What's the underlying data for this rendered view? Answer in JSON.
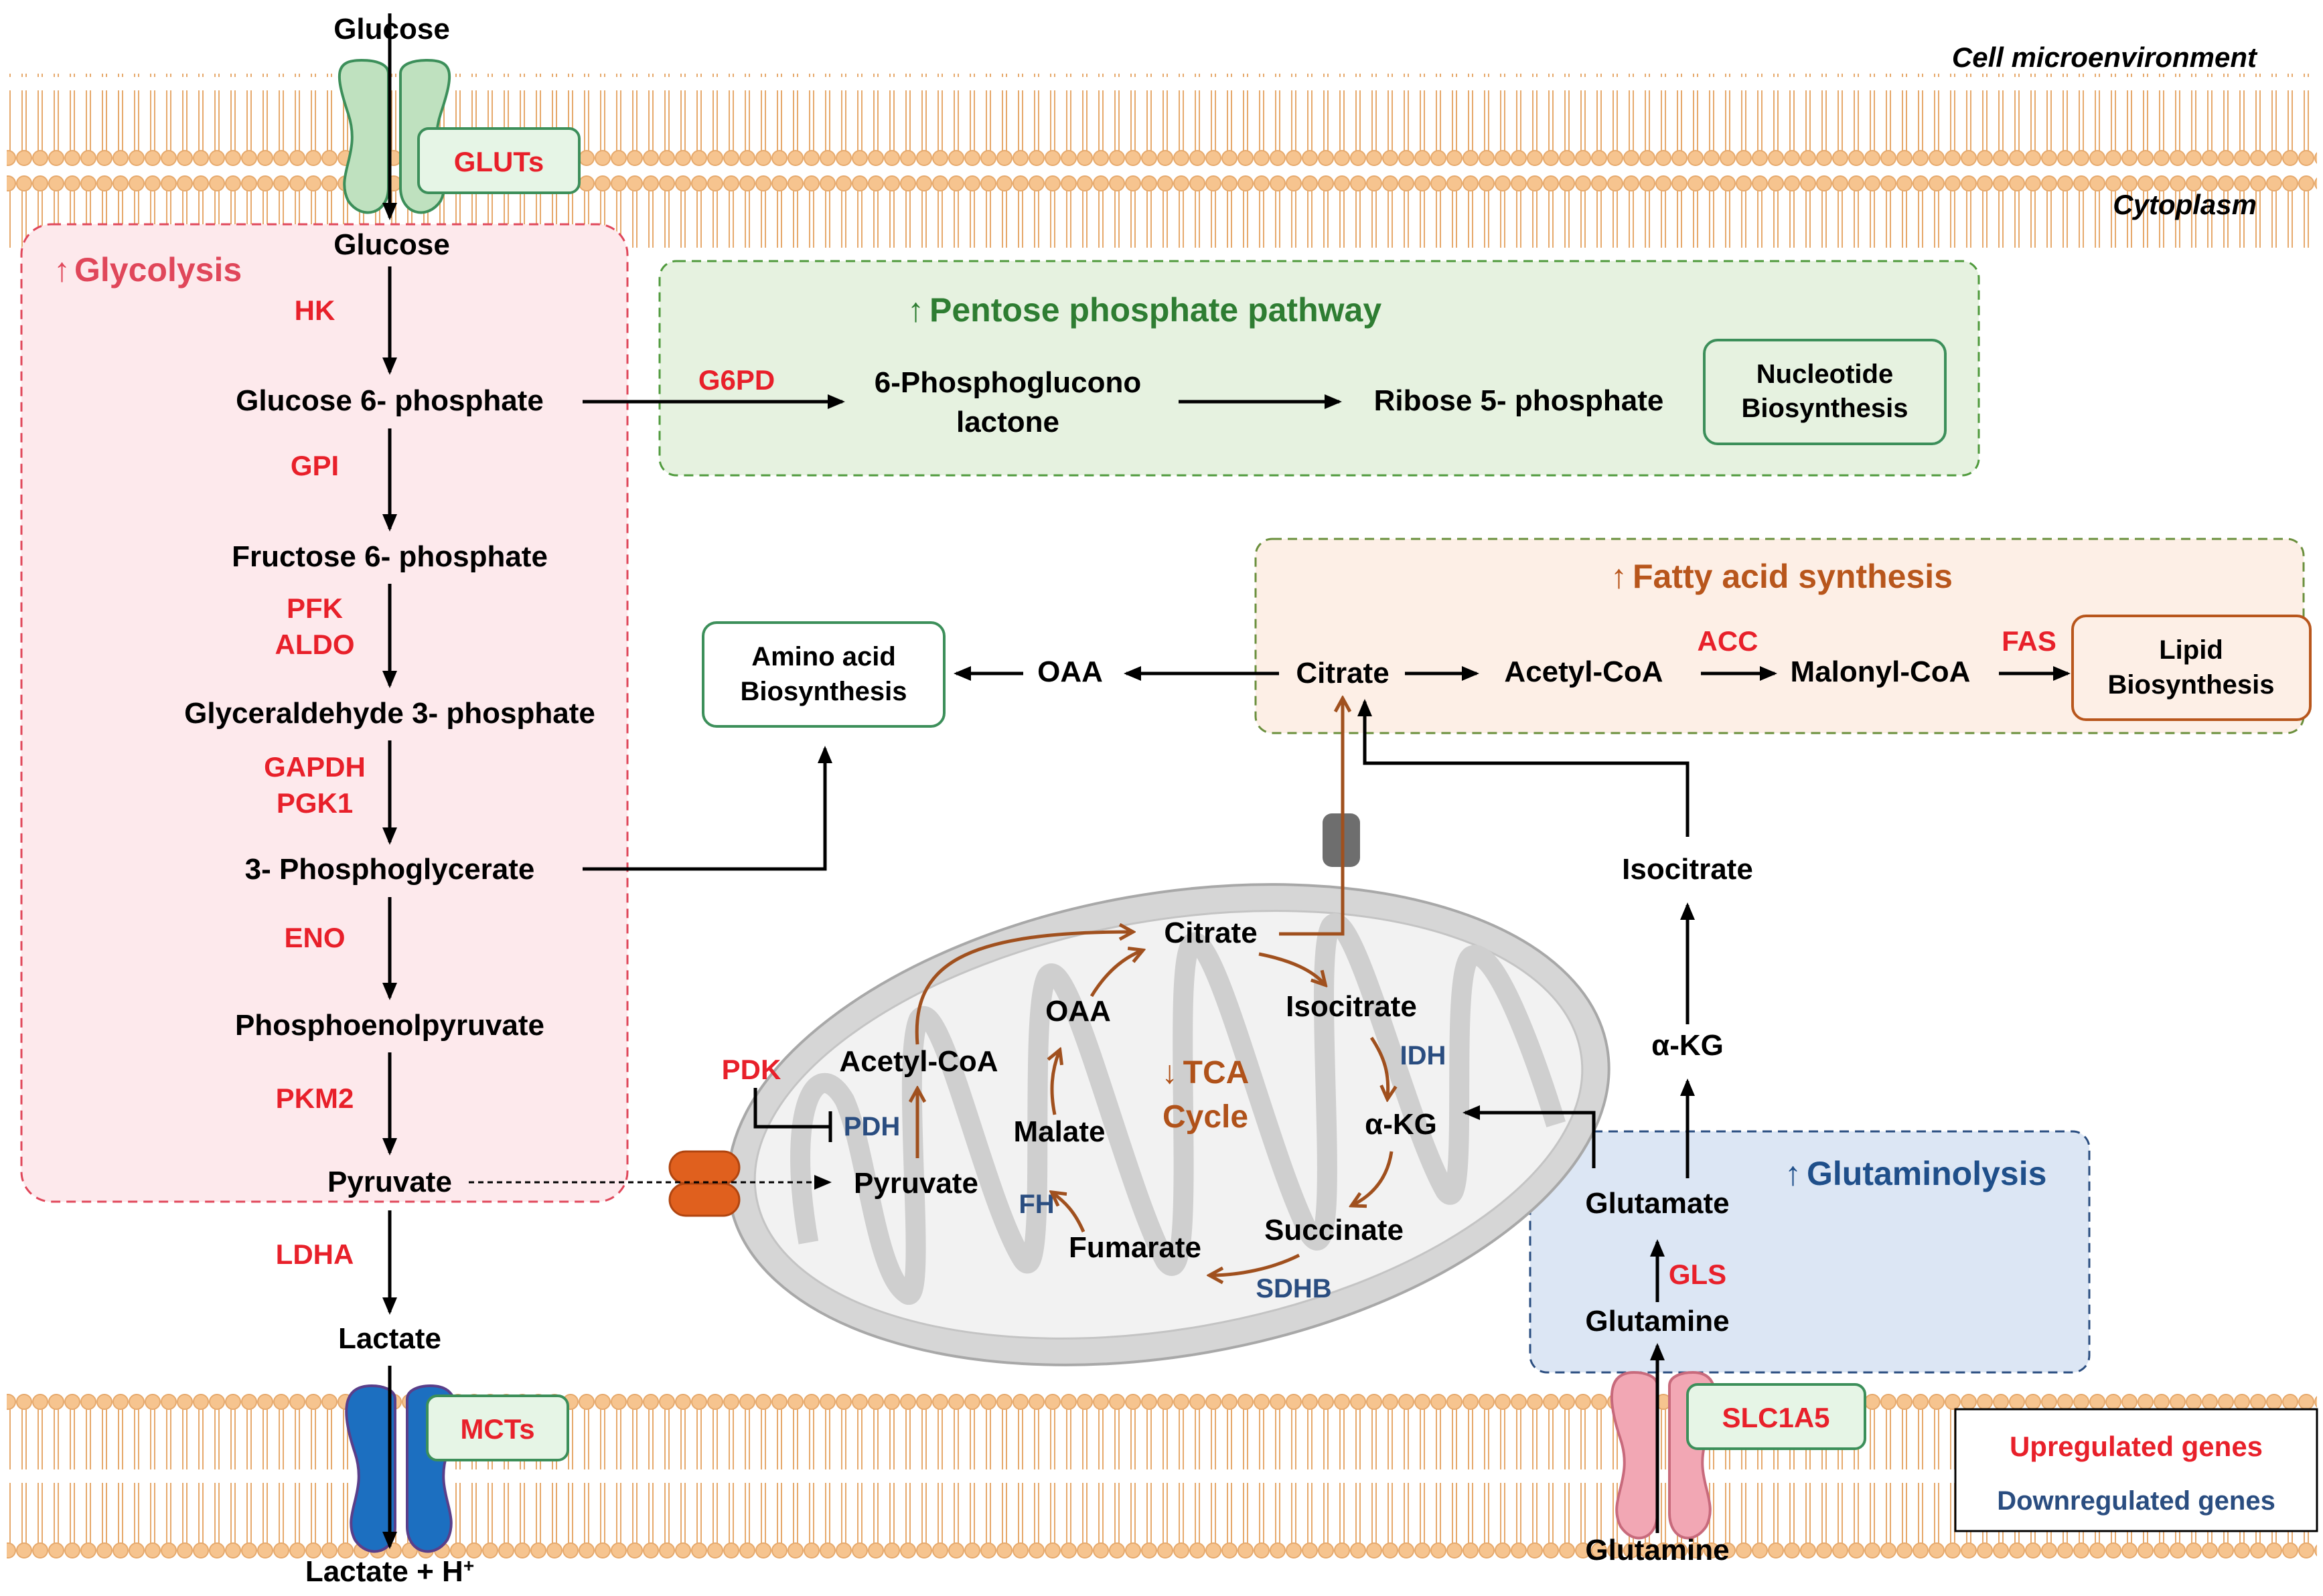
{
  "environment": {
    "outside": "Cell microenvironment",
    "inside": "Cytoplasm"
  },
  "transporters": {
    "gluts": "GLUTs",
    "mcts": "MCTs",
    "slc1a5": "SLC1A5"
  },
  "membrane_metabolites": {
    "glucose_out": "Glucose",
    "glucose_in": "Glucose",
    "lactate": "Lactate",
    "lactate_h": "Lactate + H",
    "lactate_h_sup": "+",
    "glutamine_out": "Glutamine"
  },
  "glycolysis": {
    "title": "Glycolysis",
    "title_arrow": "↑",
    "metabolites": {
      "g6p": "Glucose 6- phosphate",
      "f6p": "Fructose 6- phosphate",
      "g3p": "Glyceraldehyde 3- phosphate",
      "pg3": "3- Phosphoglycerate",
      "pep": "Phosphoenolpyruvate",
      "pyruvate": "Pyruvate"
    },
    "enzymes": {
      "hk": "HK",
      "gpi": "GPI",
      "pfk": "PFK",
      "aldo": "ALDO",
      "gapdh": "GAPDH",
      "pgk1": "PGK1",
      "eno": "ENO",
      "pkm2": "PKM2",
      "ldha": "LDHA"
    }
  },
  "ppp": {
    "title": "Pentose phosphate pathway",
    "title_arrow": "↑",
    "enzyme": "G6PD",
    "pgl_line1": "6-Phosphoglucono",
    "pgl_line2": "lactone",
    "r5p": "Ribose 5- phosphate",
    "nucleotide_line1": "Nucleotide",
    "nucleotide_line2": "Biosynthesis"
  },
  "fatty_acid": {
    "title": "Fatty acid synthesis",
    "title_arrow": "↑",
    "citrate": "Citrate",
    "acetyl_coa": "Acetyl-CoA",
    "acc": "ACC",
    "malonyl_coa": "Malonyl-CoA",
    "fas": "FAS",
    "lipid_line1": "Lipid",
    "lipid_line2": "Biosynthesis"
  },
  "amino_acid": {
    "line1": "Amino acid",
    "line2": "Biosynthesis",
    "oaa": "OAA"
  },
  "mitochondria": {
    "pyruvate": "Pyruvate",
    "pdk": "PDK",
    "pdh": "PDH",
    "acetyl_coa": "Acetyl-CoA",
    "citrate": "Citrate",
    "isocitrate": "Isocitrate",
    "idh": "IDH",
    "akg": "α-KG",
    "succinate": "Succinate",
    "sdhb": "SDHB",
    "fumarate": "Fumarate",
    "fh": "FH",
    "malate": "Malate",
    "oaa": "OAA",
    "tca_arrow": "↓",
    "tca_line1": "TCA",
    "tca_line2": "Cycle"
  },
  "glutaminolysis": {
    "title": "Glutaminolysis",
    "title_arrow": "↑",
    "glutamine": "Glutamine",
    "gls": "GLS",
    "glutamate": "Glutamate",
    "akg": "α-KG",
    "isocitrate": "Isocitrate"
  },
  "legend": {
    "upregulated": "Upregulated genes",
    "downregulated": "Downregulated genes"
  },
  "colors": {
    "upregulated": "#e8202a",
    "downregulated": "#2a4d80",
    "glycolysis_fill": "#fde9ec",
    "ppp_fill": "#e6f2e0",
    "fatty_fill": "#fdefe6",
    "glutaminolysis_fill": "#dce6f4",
    "membrane": "#f6c48f",
    "tca_arrow": "#a0501e"
  }
}
